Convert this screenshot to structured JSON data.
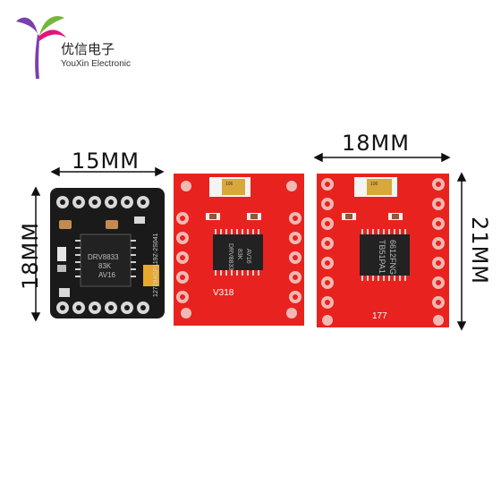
{
  "brand": {
    "name_cn": "优信电子",
    "name_en": "YouXin Electronic"
  },
  "dimensions": {
    "left_width": "15MM",
    "left_height": "18MM",
    "right_width": "18MM",
    "right_height": "21MM"
  },
  "boards": {
    "black": {
      "chip_text": [
        "DRV8833",
        "83K",
        "AV16"
      ],
      "side_text": "127294GP119Z-2S041"
    },
    "red_middle": {
      "chip_text": [
        "DRV8833",
        "83K",
        "AV16"
      ],
      "cap_text": "106",
      "version": "V318"
    },
    "red_right": {
      "chip_text": [
        "TB51PA1",
        "6612FNG"
      ],
      "cap_text": "106",
      "number": "177"
    }
  },
  "colors": {
    "red_board": "#e8231f",
    "black_board": "#1a1a1a",
    "pad": "#d9d9d9",
    "brand_purple": "#7b3fb0",
    "brand_green": "#74b73a"
  }
}
